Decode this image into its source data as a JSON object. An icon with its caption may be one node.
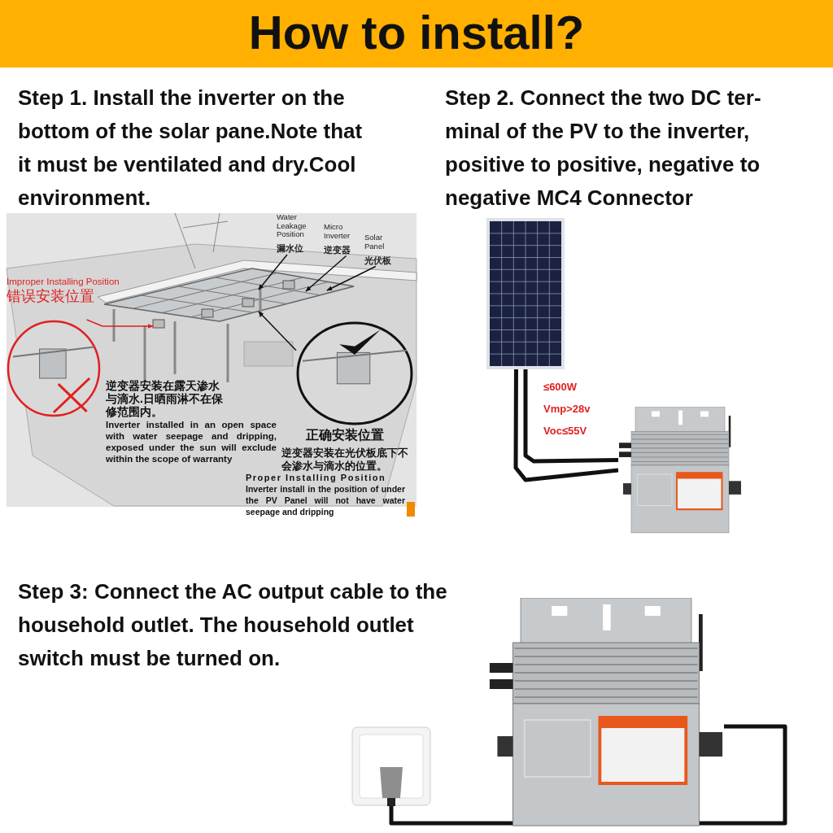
{
  "diagram": {
    "title": "How to install?",
    "nodes": [
      {
        "text": [
          "Water Leakage Position",
          "漏水位"
        ]
      },
      {
        "text": [
          "Micro Inverter",
          "逆变器"
        ]
      },
      {
        "text": [
          "Solar Panel",
          "光伏板"
        ]
      },
      {
        "text": [
          "Improper Installing Position",
          "错误安装位置"
        ]
      },
      {
        "text": [],
        "shape": "circle"
      },
      {
        "text": [],
        "shape": "circle"
      },
      {
        "text": [],
        "shape": "picture"
      },
      {
        "text": [],
        "shape": "picture"
      },
      {
        "text": [],
        "shape": "picture"
      },
      {
        "text": [],
        "shape": "picture"
      }
    ],
    "edges": [
      {
        "from": 0,
        "to": null,
        "arrow": "to"
      },
      {
        "from": 1,
        "to": null,
        "arrow": "to"
      },
      {
        "from": 2,
        "to": null,
        "arrow": "to"
      },
      {
        "from": 4,
        "to": null,
        "arrow": "to",
        "color": "#e02020"
      },
      {
        "from": 5,
        "to": null,
        "arrow": "to"
      },
      {
        "from": 6,
        "to": 7,
        "arrow": "none",
        "style": "thick"
      },
      {
        "from": 6,
        "to": 7,
        "arrow": "none",
        "style": "thick"
      },
      {
        "from": 9,
        "to": 8,
        "arrow": "none",
        "style": "thick"
      }
    ],
    "labels": [
      "Step 1. Install the inverter on the bottom of the solar pane.Note that it must be ventilated and dry.Cool environment.",
      "Step 2. Connect the two DC ter- minal of the PV to the inverter, positive to positive, negative to negative MC4 Connector",
      "逆变器安装在露天渗水与滴水.日晒雨淋不在保修范围内。",
      "Inverter installed in an open space with water seepage and dripping, exposed under the sun will exclude within the scope of warranty",
      "正确安装位置",
      "逆变器安装在光伏板底下不会渗水与滴水的位置。",
      "Proper Installing Position",
      "Inverter install in the position of under the PV Panel will not have water seepage and dripping",
      "≤600W",
      "Vmp>28v",
      "Voc≤55V",
      "Step 3: Connect the AC output cable to the household outlet. The household outlet switch must be turned on."
    ]
  }
}
